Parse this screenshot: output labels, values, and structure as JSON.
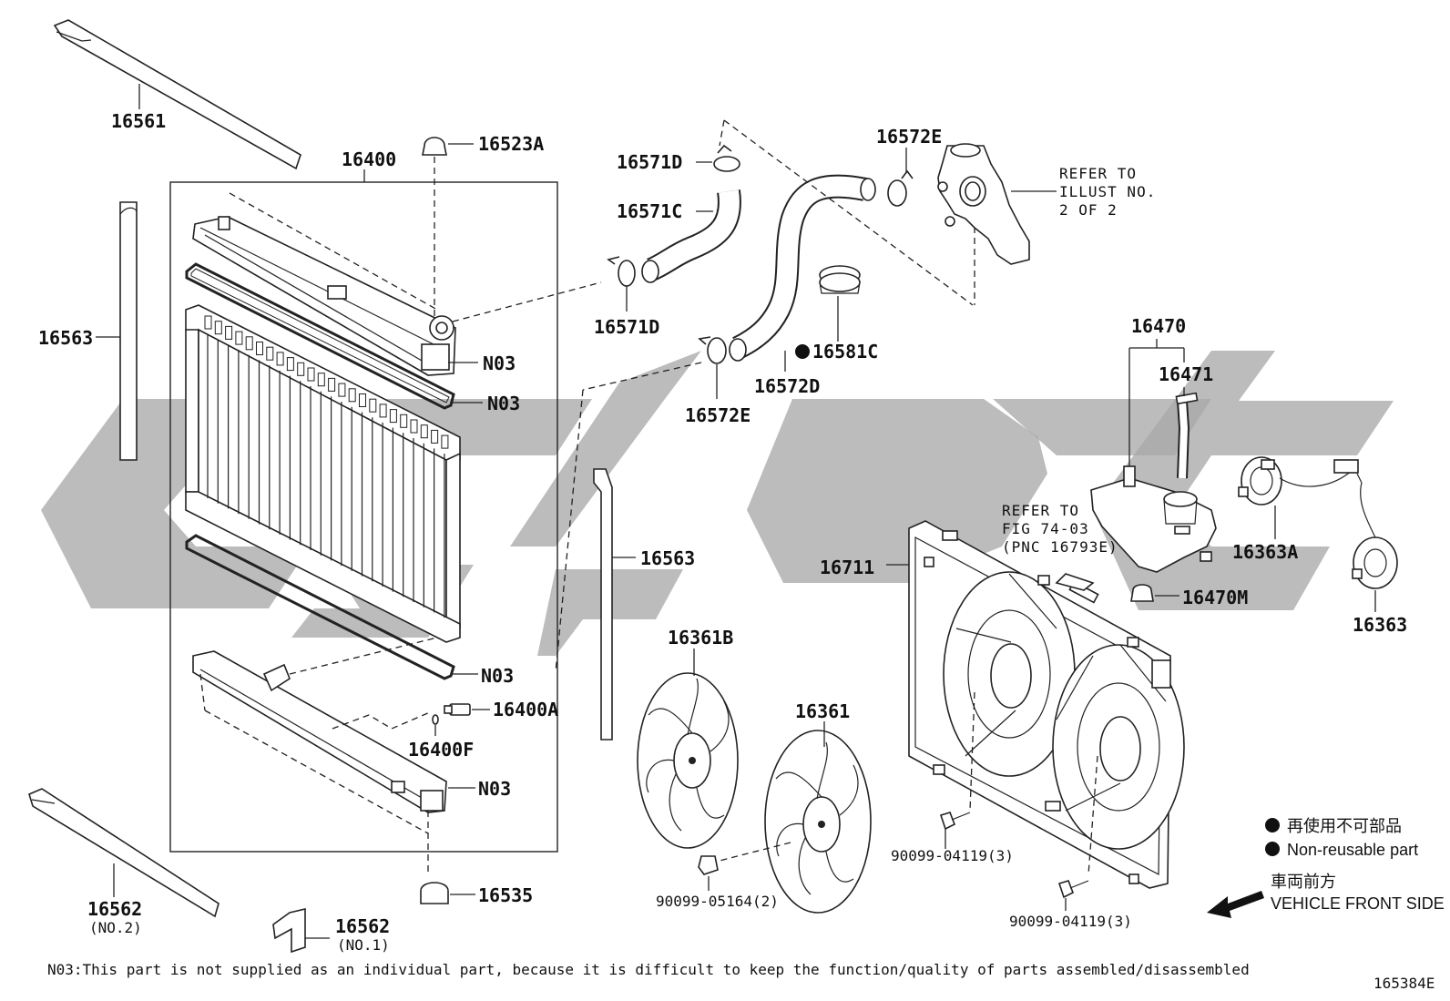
{
  "labels": {
    "p16561": "16561",
    "p16523A": "16523A",
    "p16400": "16400",
    "p16563_left": "16563",
    "n03_a": "N03",
    "n03_b": "N03",
    "n03_c": "N03",
    "n03_d": "N03",
    "p16400A": "16400A",
    "p16400F": "16400F",
    "p16535": "16535",
    "p16562_no2": "16562",
    "p16562_no2_sub": "(NO.2)",
    "p16562_no1": "16562",
    "p16562_no1_sub": "(NO.1)",
    "p16571D_top": "16571D",
    "p16571C": "16571C",
    "p16571D_bottom": "16571D",
    "p16572E_top": "16572E",
    "p16572E_bottom": "16572E",
    "p16572D": "16572D",
    "p16581C": "16581C",
    "p16563_right": "16563",
    "p16470": "16470",
    "p16471": "16471",
    "p16363A": "16363A",
    "p16363": "16363",
    "p16470M": "16470M",
    "p16711": "16711",
    "p16361B": "16361B",
    "p16361": "16361",
    "bolt_05164": "90099-05164(2)",
    "bolt_04119_a": "90099-04119(3)",
    "bolt_04119_b": "90099-04119(3)"
  },
  "refer_illust": [
    "REFER TO",
    "ILLUST NO.",
    "2 OF 2"
  ],
  "refer_fig": [
    "REFER TO",
    "FIG 74-03",
    "(PNC 16793E)"
  ],
  "legend": {
    "nonreusable_jp": "再使用不可部品",
    "nonreusable_en": "Non-reusable part",
    "front_jp": "車両前方",
    "front_en": "VEHICLE FRONT SIDE"
  },
  "footnote": "N03:This part is not supplied as an individual part, because it is difficult to keep the function/quality of parts assembled/disassembled",
  "diagram_id": "165384E",
  "colors": {
    "line": "#222222",
    "watermark": "#a9a9a9",
    "background": "#ffffff"
  }
}
